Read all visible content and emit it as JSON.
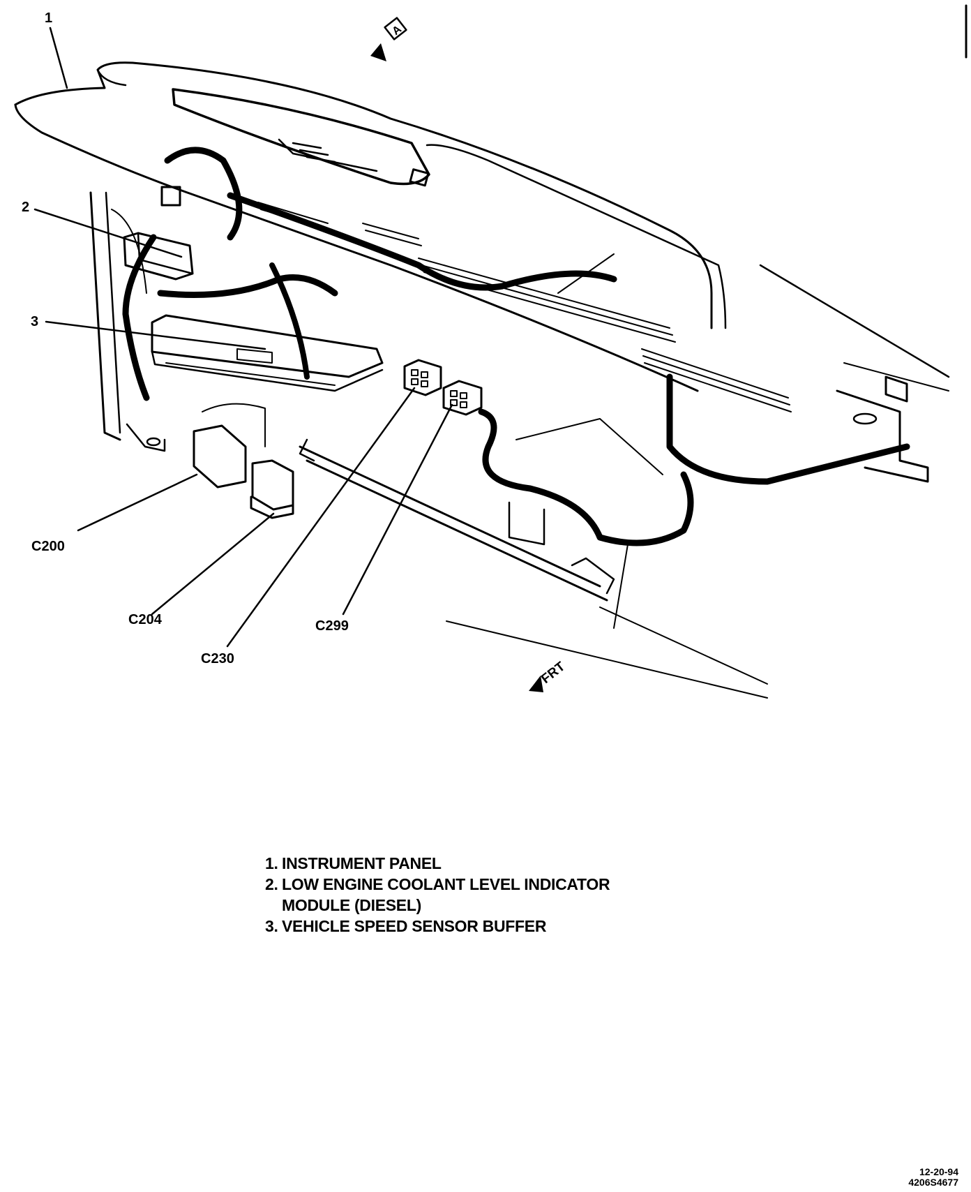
{
  "callouts": {
    "c1": "1",
    "c2": "2",
    "c3": "3",
    "c200": "C200",
    "c204": "C204",
    "c230": "C230",
    "c299": "C299"
  },
  "view_marker": "A",
  "front_marker": "FRT",
  "legend": [
    {
      "num": "1.",
      "text": "INSTRUMENT PANEL"
    },
    {
      "num": "2.",
      "text": "LOW ENGINE COOLANT LEVEL INDICATOR",
      "cont": "MODULE (DIESEL)"
    },
    {
      "num": "3.",
      "text": "VEHICLE SPEED SENSOR BUFFER"
    }
  ],
  "stamp": {
    "date": "12-20-94",
    "code": "4206S4677"
  }
}
